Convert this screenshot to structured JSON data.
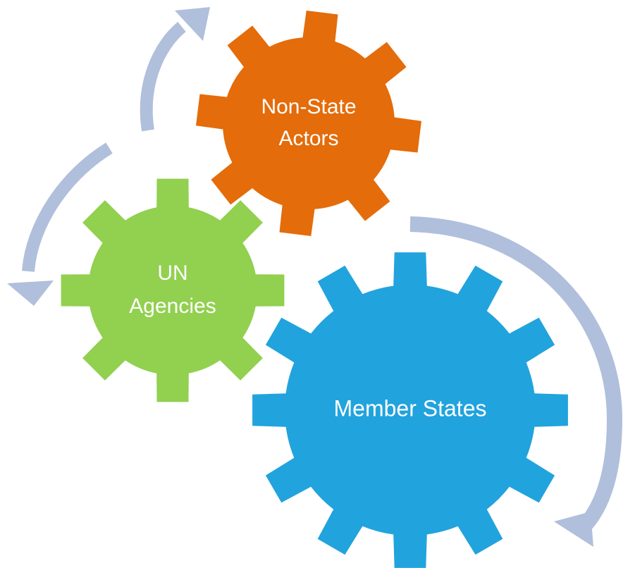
{
  "gears": [
    {
      "id": "non-state-actors",
      "lines": [
        "Non-State",
        "Actors"
      ],
      "color": "#E46C0A"
    },
    {
      "id": "un-agencies",
      "lines": [
        "UN",
        "Agencies"
      ],
      "color": "#92D050"
    },
    {
      "id": "member-states",
      "lines": [
        "Member States"
      ],
      "color": "#21A3DD"
    }
  ],
  "arrow_color": "#B0BFDB"
}
